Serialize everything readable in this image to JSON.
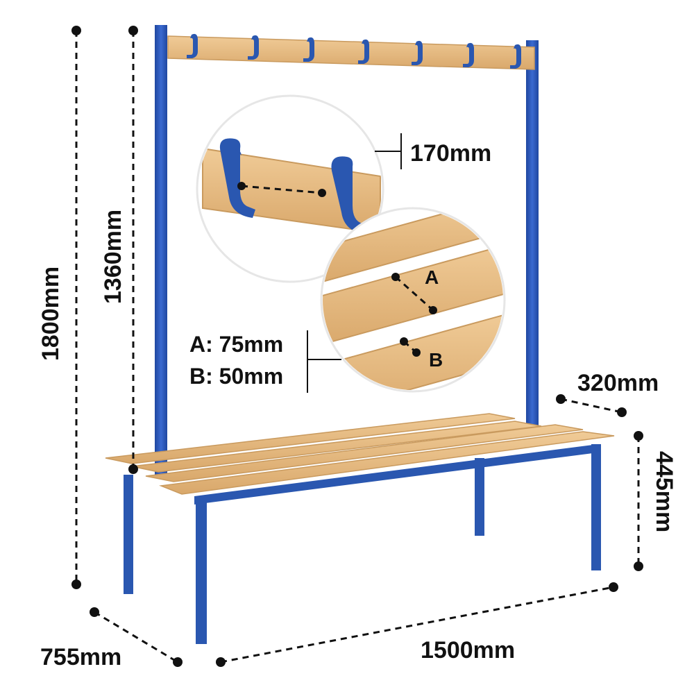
{
  "dimensions": {
    "overall_height": "1800mm",
    "hook_rail_height": "1360mm",
    "hook_spacing": "170mm",
    "slat_width_a": "A: 75mm",
    "slat_gap_b": "B: 50mm",
    "bench_depth": "320mm",
    "seat_height": "445mm",
    "overall_depth": "755mm",
    "length": "1500mm"
  },
  "callout_markers": {
    "a": "A",
    "b": "B"
  },
  "colors": {
    "frame_blue": "#2a57b0",
    "wood": "#e8be86",
    "wood_edge": "#c99a5e",
    "dimension_line": "#111111"
  },
  "icons": [
    "coat-hook-icon"
  ]
}
